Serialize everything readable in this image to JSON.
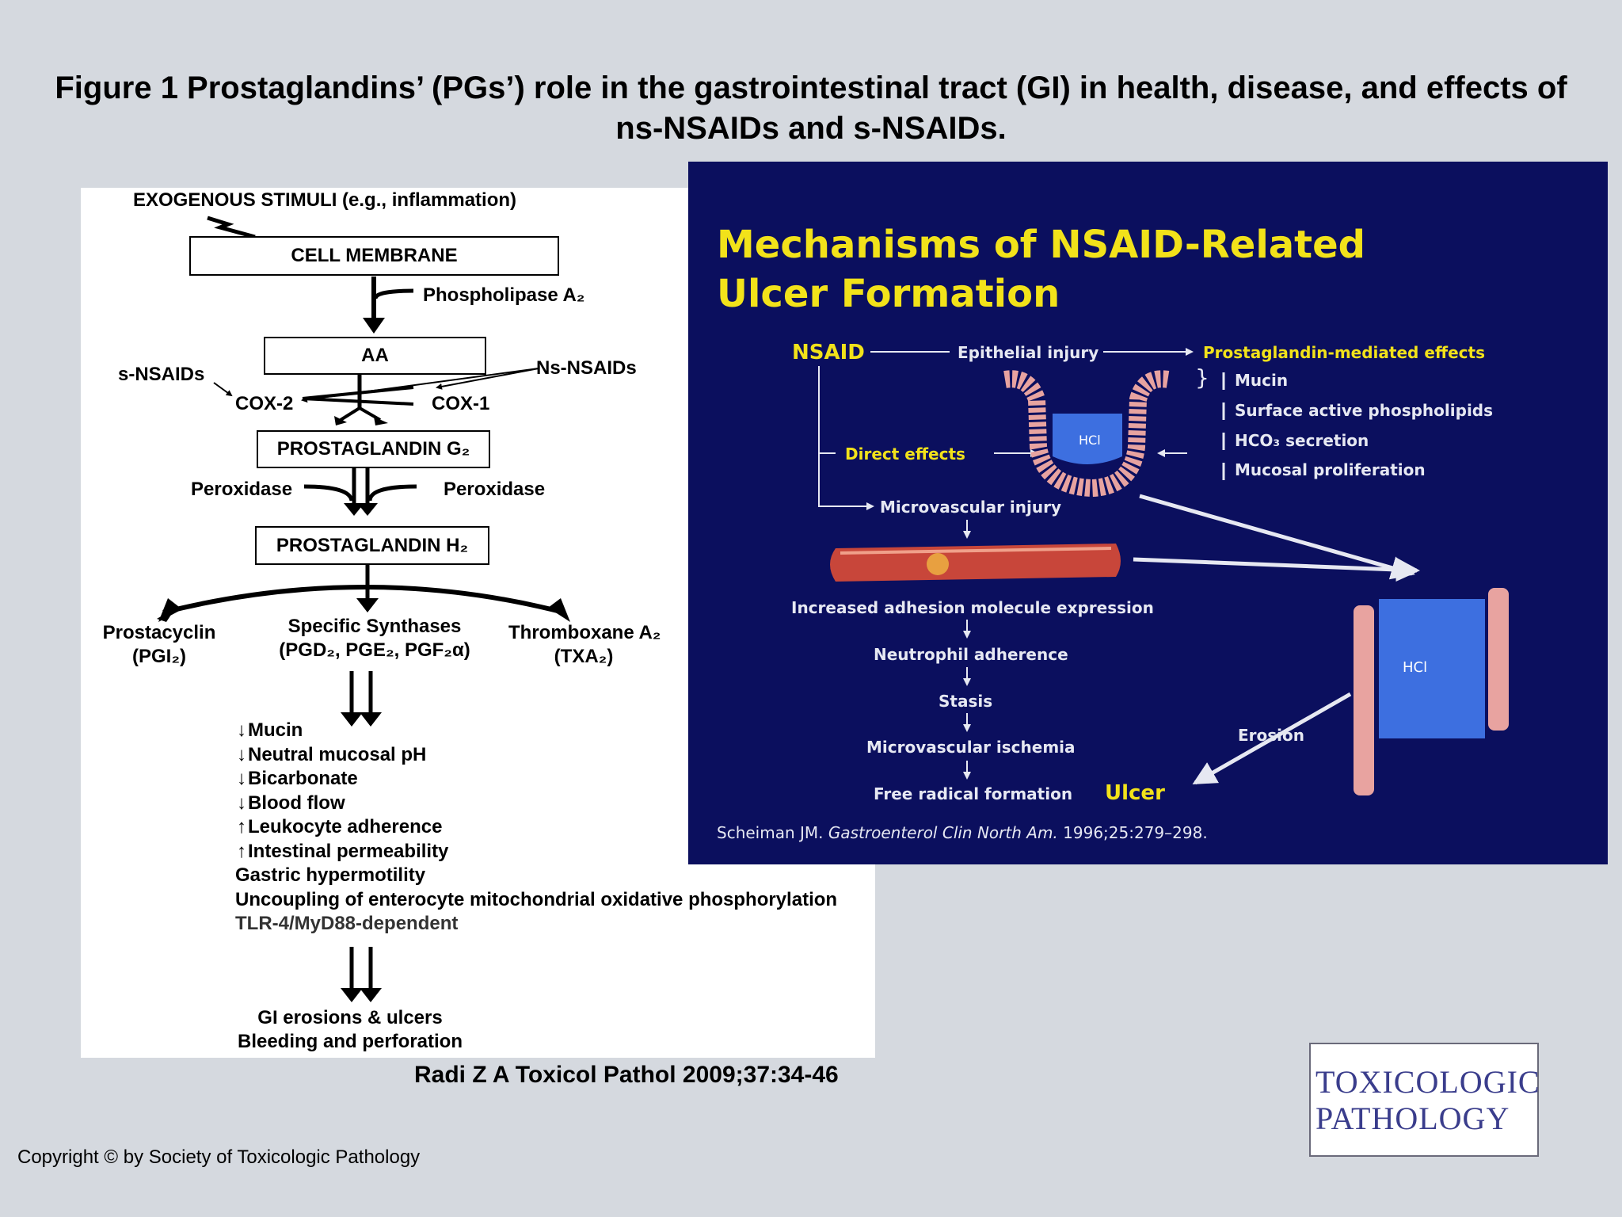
{
  "title": "Figure 1 Prostaglandins’ (PGs’) role in the gastrointestinal tract (GI) in health, disease, and effects of ns-NSAIDs and s-NSAIDs.",
  "left": {
    "exogenous": "EXOGENOUS STIMULI (e.g., inflammation)",
    "cell_membrane": "CELL MEMBRANE",
    "phospholipase": "Phospholipase A₂",
    "aa": "AA",
    "s_nsaids": "s-NSAIDs",
    "ns_nsaids": "Ns-NSAIDs",
    "cox2": "COX-2",
    "cox1": "COX-1",
    "pg_g2": "PROSTAGLANDIN G₂",
    "peroxidase_left": "Peroxidase",
    "peroxidase_right": "Peroxidase",
    "pg_h2": "PROSTAGLANDIN H₂",
    "prostacyclin": "Prostacyclin",
    "pgi2": "(PGI₂)",
    "specific": "Specific Synthases",
    "specific_sub": "(PGD₂, PGE₂, PGF₂α)",
    "thromboxane": "Thromboxane A₂",
    "txa2": "(TXA₂)",
    "effects": [
      {
        "arrow": "↓",
        "text": "Mucin"
      },
      {
        "arrow": "↓",
        "text": "Neutral mucosal pH"
      },
      {
        "arrow": "↓",
        "text": "Bicarbonate"
      },
      {
        "arrow": "↓",
        "text": "Blood flow"
      },
      {
        "arrow": "↑",
        "text": "Leukocyte adherence"
      },
      {
        "arrow": "↑",
        "text": "Intestinal permeability"
      },
      {
        "arrow": "",
        "text": "Gastric hypermotility"
      },
      {
        "arrow": "",
        "text": "Uncoupling of enterocyte mitochondrial oxidative phosphorylation"
      },
      {
        "arrow": "",
        "text": "TLR-4/MyD88-dependent"
      }
    ],
    "outcome1": "GI erosions & ulcers",
    "outcome2": "Bleeding and perforation"
  },
  "right": {
    "title1": "Mechanisms of NSAID-Related",
    "title2": "Ulcer Formation",
    "nsaid": "NSAID",
    "epithelial": "Epithelial injury",
    "pg_effects": "Prostaglandin-mediated effects",
    "mucin": "Mucin",
    "surface": "Surface active phospholipids",
    "hco3": "HCO₃ secretion",
    "mucosal": "Mucosal proliferation",
    "direct": "Direct effects",
    "hcl1": "HCl",
    "hcl2": "HCl",
    "micro_injury": "Microvascular injury",
    "adhesion": "Increased adhesion molecule expression",
    "neutrophil": "Neutrophil adherence",
    "stasis": "Stasis",
    "ischemia": "Microvascular ischemia",
    "free_radical": "Free radical formation",
    "ulcer": "Ulcer",
    "erosion": "Erosion",
    "ref_author": "Scheiman JM.",
    "ref_journal": "Gastroenterol Clin North Am.",
    "ref_detail": "1996;25:279–298."
  },
  "citation": "Radi Z A Toxicol Pathol 2009;37:34-46",
  "copyright": "Copyright © by Society of Toxicologic Pathology",
  "logo": {
    "line1": "TOXICOLOGIC",
    "line2": "PATHOLOGY"
  }
}
